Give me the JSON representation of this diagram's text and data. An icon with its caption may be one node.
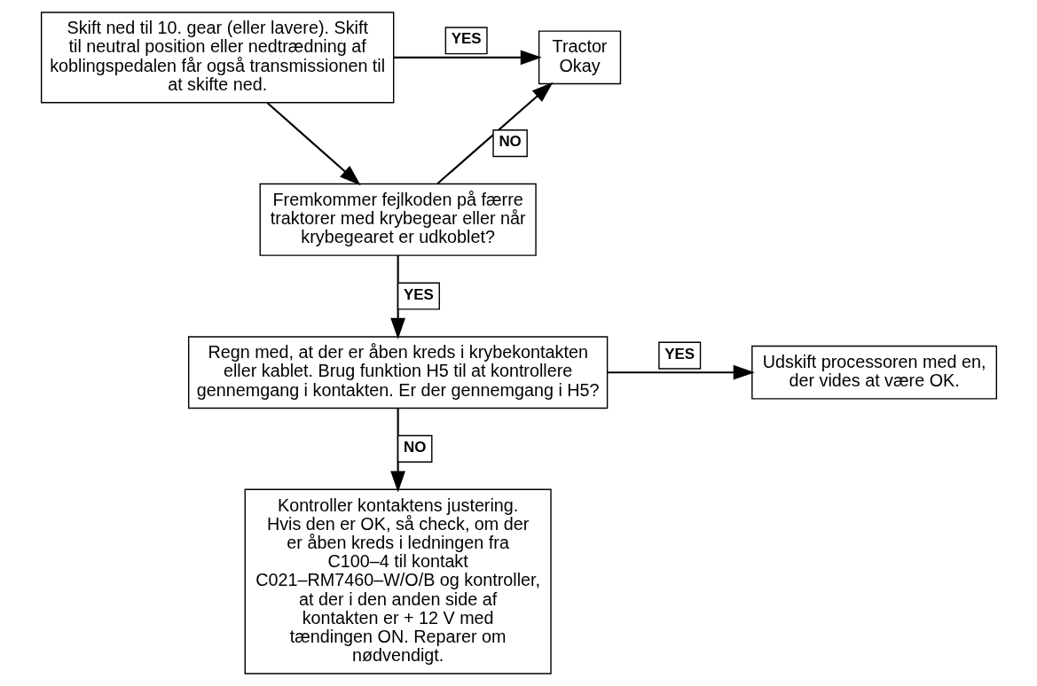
{
  "diagram": {
    "nodes": [
      {
        "text": [
          "Skift ned til 10. gear (eller lavere). Skift til neutral position eller nedtrædning af koblingspedalen får også transmissionen til at skifte ned."
        ]
      },
      {
        "text": [
          "Tractor Okay"
        ]
      },
      {
        "text": [
          "Fremkommer fejlkoden på færre traktorer med krybegear eller når krybegearet er udkoblet?"
        ]
      },
      {
        "text": [
          "Regn med, at der er åben kreds i krybekontakten eller kablet. Brug funktion H5 til at kontrollere gennemgang i kontakten. Er der gennemgang i H5?"
        ]
      },
      {
        "text": [
          "Udskift processoren med en, der vides at være OK."
        ]
      },
      {
        "text": [
          "Kontroller kontaktens justering. Hvis den er OK, så check, om der er åben kreds i ledningen fra C100–4 til kontakt C021–RM7460–W/O/B og kontroller, at der i den anden side af kontakten er + 12 V med tændingen ON. Reparer om nødvendigt."
        ]
      }
    ],
    "edges": [
      {
        "from": 0,
        "to": 1,
        "arrow": "to",
        "label": "YES"
      },
      {
        "from": 0,
        "to": 2,
        "arrow": "to"
      },
      {
        "from": 2,
        "to": 1,
        "arrow": "to",
        "label": "NO"
      },
      {
        "from": 2,
        "to": 3,
        "arrow": "to",
        "label": "YES"
      },
      {
        "from": 3,
        "to": 4,
        "arrow": "to",
        "label": "YES"
      },
      {
        "from": 3,
        "to": 5,
        "arrow": "to",
        "label": "NO"
      }
    ]
  }
}
